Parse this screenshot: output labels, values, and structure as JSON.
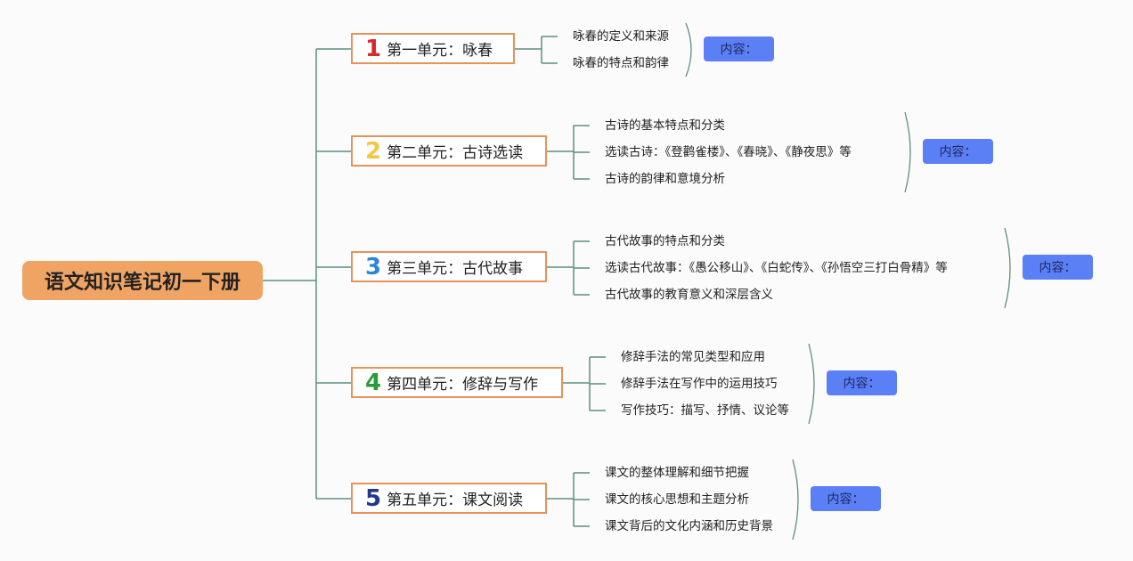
{
  "root": {
    "title": "语文知识笔记初一下册"
  },
  "units": [
    {
      "num": "1",
      "color": "#d62a2a",
      "label": "第一单元：咏春",
      "items": [
        "咏春的定义和来源",
        "咏春的特点和韵律"
      ],
      "tag": "内容："
    },
    {
      "num": "2",
      "color": "#f2c744",
      "label": "第二单元：古诗选读",
      "items": [
        "古诗的基本特点和分类",
        "选读古诗：《登鹳雀楼》、《春晓》、《静夜思》等",
        "古诗的韵律和意境分析"
      ],
      "tag": "内容："
    },
    {
      "num": "3",
      "color": "#2f86d8",
      "label": "第三单元：古代故事",
      "items": [
        "古代故事的特点和分类",
        "选读古代故事：《愚公移山》、《白蛇传》、《孙悟空三打白骨精》等",
        "古代故事的教育意义和深层含义"
      ],
      "tag": "内容："
    },
    {
      "num": "4",
      "color": "#2a9b3c",
      "label": "第四单元：修辞与写作",
      "items": [
        "修辞手法的常见类型和应用",
        "修辞手法在写作中的运用技巧",
        "写作技巧：描写、抒情、议论等"
      ],
      "tag": "内容："
    },
    {
      "num": "5",
      "color": "#1f3a8c",
      "label": "第五单元：课文阅读",
      "items": [
        "课文的整体理解和细节把握",
        "课文的核心思想和主题分析",
        "课文背后的文化内涵和历史背景"
      ],
      "tag": "内容："
    }
  ],
  "colors": {
    "line": "#5b8f7e",
    "unit_border": "#e8925a",
    "root_fill": "#f0a464",
    "tag_fill": "#5b7ff5"
  }
}
